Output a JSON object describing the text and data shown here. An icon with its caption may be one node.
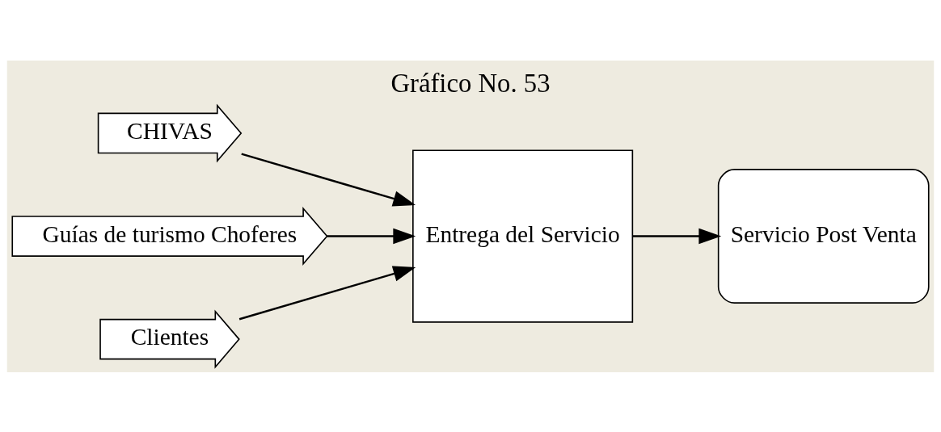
{
  "diagram": {
    "title": "Gráfico No. 53",
    "nodes": [
      {
        "text": [
          "CHIVAS"
        ]
      },
      {
        "text": [
          "Guías de turismo Choferes"
        ]
      },
      {
        "text": [
          "Clientes"
        ]
      },
      {
        "text": [
          "Entrega del Servicio"
        ]
      },
      {
        "text": [
          "Servicio Post Venta"
        ]
      }
    ],
    "edges": [
      {
        "from": 0,
        "to": 3,
        "arrow": "to"
      },
      {
        "from": 1,
        "to": 3,
        "arrow": "to"
      },
      {
        "from": 2,
        "to": 3,
        "arrow": "to"
      },
      {
        "from": 3,
        "to": 4,
        "arrow": "to"
      }
    ]
  }
}
